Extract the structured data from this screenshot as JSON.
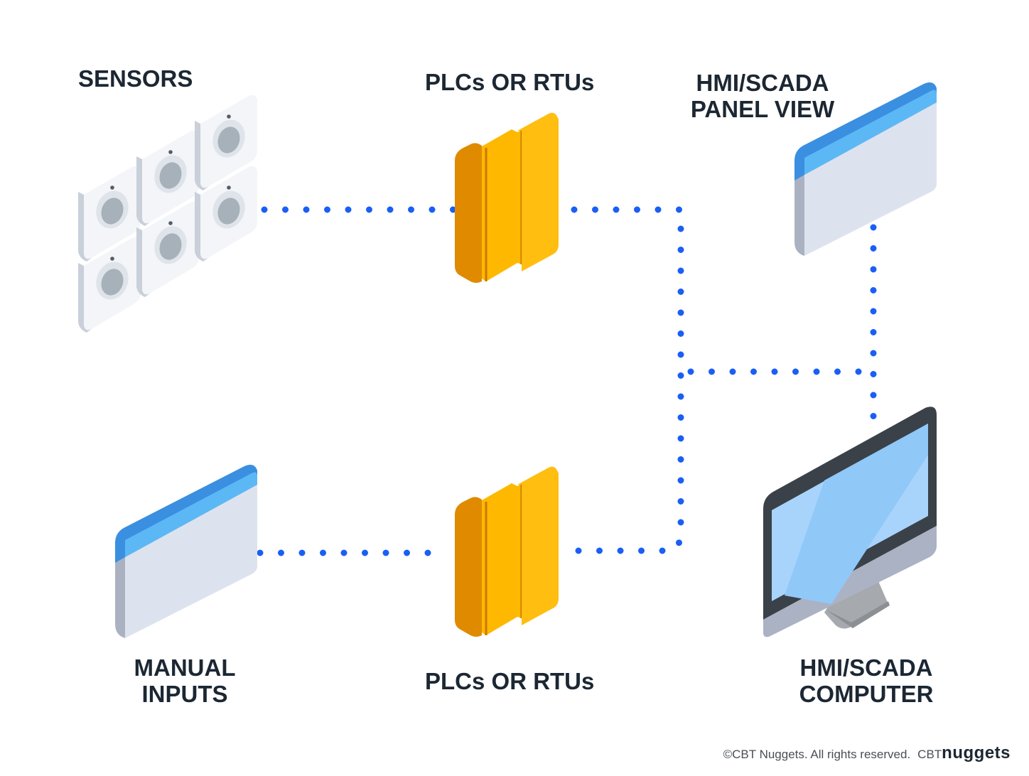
{
  "labels": {
    "sensors": "SENSORS",
    "plc_top": "PLCs OR RTUs",
    "hmi_panel_line1": "HMI/SCADA",
    "hmi_panel_line2": "PANEL VIEW",
    "manual_line1": "MANUAL",
    "manual_line2": "INPUTS",
    "plc_bottom": "PLCs OR RTUs",
    "hmi_computer_line1": "HMI/SCADA",
    "hmi_computer_line2": "COMPUTER"
  },
  "footer": {
    "copyright": "©CBT Nuggets. All rights reserved.",
    "brand_prefix": "CBT",
    "brand_name": "nuggets"
  },
  "colors": {
    "connector_dots": "#1a5ff5",
    "plc_face": "#ffb800",
    "plc_side": "#e08a00",
    "panel_header": "#5cb8f5",
    "panel_body": "#dde3ee",
    "sensor_body": "#e6eaf0",
    "monitor_frame": "#3a4148",
    "monitor_screen": "#a8d4fb",
    "text": "#1c2733"
  },
  "icons": [
    "sensor-grid-icon",
    "plc-module-icon",
    "hmi-panel-icon",
    "manual-input-panel-icon",
    "desktop-monitor-icon"
  ]
}
